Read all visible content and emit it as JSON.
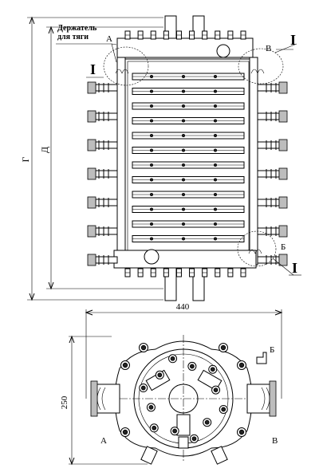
{
  "labels": {
    "holder_line1": "Держатель",
    "holder_line2": "для тяги",
    "point_a": "А",
    "point_b": "Б",
    "point_v": "В",
    "detail_i": "I",
    "dim_g": "Г",
    "dim_d": "Д",
    "dim_width": "440",
    "dim_height": "250"
  }
}
